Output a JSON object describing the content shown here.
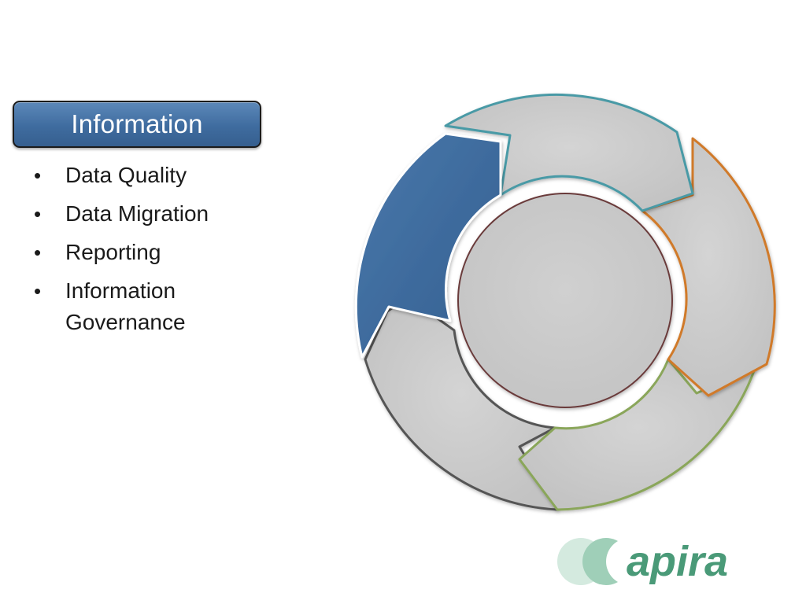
{
  "title": "Information",
  "bullets": [
    "Data Quality",
    "Data Migration",
    "Reporting",
    "Information Governance"
  ],
  "logo": {
    "text": "apira",
    "color": "#4a9a78"
  },
  "colors": {
    "highlight_segment": "#3d6a9c",
    "segment_fill": "#cbcbcb",
    "segment_borders": [
      "#4a9aa6",
      "#d07a2a",
      "#8aa65a",
      "#555555",
      "#2a4f78"
    ],
    "hub_ring": "#6a3a3a"
  }
}
